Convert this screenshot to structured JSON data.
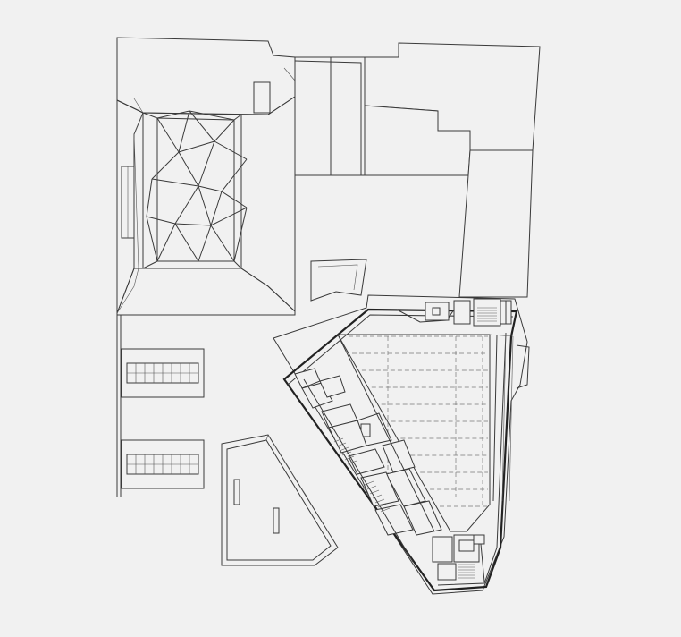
{
  "drawing": {
    "type": "architectural-site-plan",
    "background": "#f1f1f1",
    "line_color": "#3a3a3a",
    "hatch_color": "#6a6a6a",
    "parking_rows": 10,
    "parking_columns": 3
  }
}
